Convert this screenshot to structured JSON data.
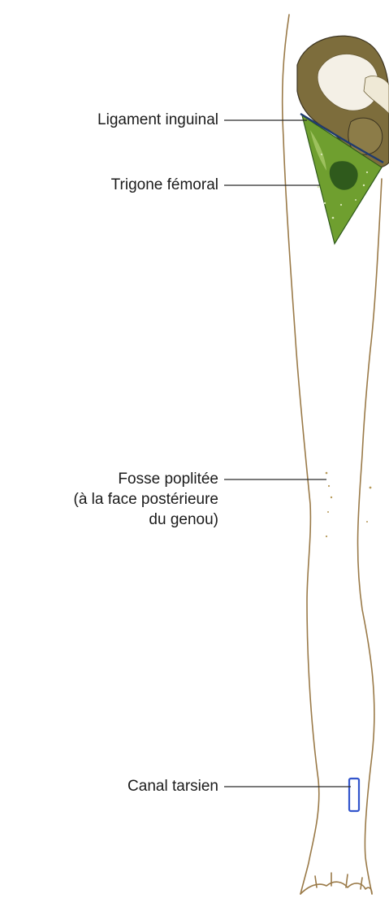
{
  "labels": {
    "ligament_inguinal": "Ligament inguinal",
    "trigone_femoral": "Trigone fémoral",
    "fosse_poplitee": {
      "line1": "Fosse poplitée",
      "line2": "(à la face postérieure",
      "line3": "du genou)"
    },
    "canal_tarsien": "Canal tarsien"
  },
  "colors": {
    "skin_outline": "#9a7a48",
    "pelvis_bone": "#7d6d3c",
    "pelvis_highlight": "#f4f0e6",
    "trigone_fill": "#6f9f2f",
    "trigone_dark": "#2f5a1c",
    "canal_outline": "#3355cc",
    "leader_line": "#2a2a2a",
    "text": "#1b1b1b"
  }
}
